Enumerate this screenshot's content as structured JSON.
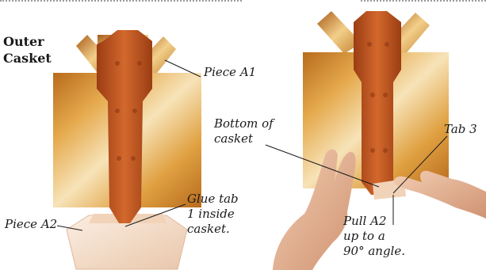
{
  "section_heading": [
    "Outer",
    "Casket"
  ],
  "labels": {
    "piece_a1": "Piece A1",
    "piece_a2": "Piece A2",
    "glue_tab": [
      "Glue tab",
      "1 inside",
      "casket."
    ],
    "bottom_of_casket": [
      "Bottom of",
      "casket"
    ],
    "tab_3": "Tab 3",
    "pull_a2": [
      "Pull A2",
      "up to a",
      "90° angle."
    ]
  },
  "colors": {
    "panel_light": "#f3d6a0",
    "panel_gold": "#d9962f",
    "panel_dark": "#b86b1c",
    "inner_orange": "#c55a23",
    "inner_dark": "#9b3d14",
    "base_cream": "#f4dcc6",
    "skin": "#e9b594",
    "dotted_rule": "#9a9a9a"
  }
}
